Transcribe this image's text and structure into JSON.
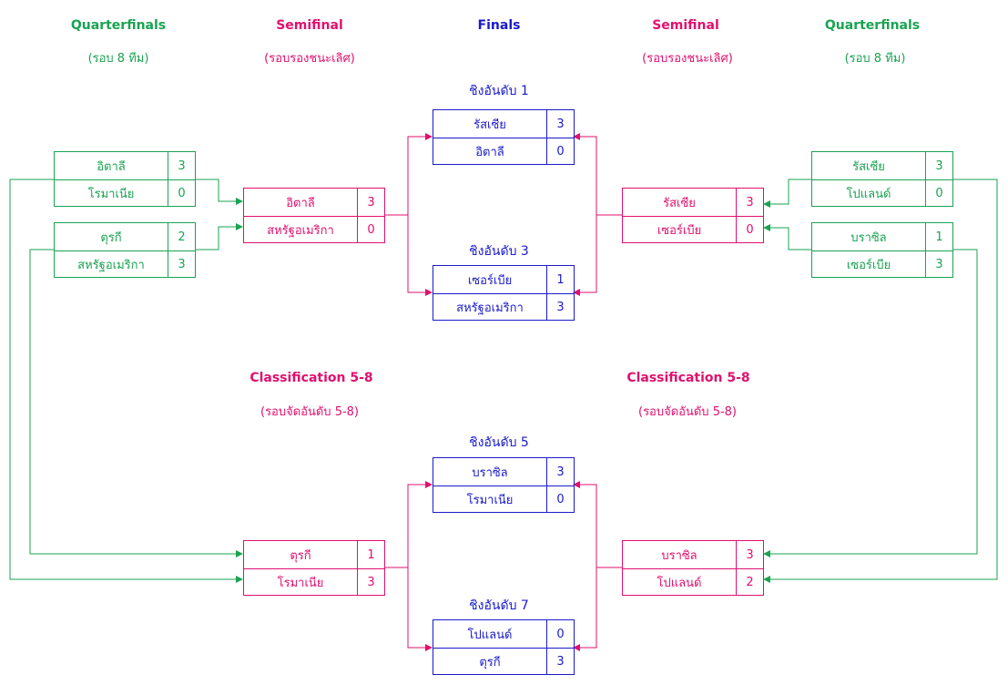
{
  "colors": {
    "green": "#1aa352",
    "pink": "#e0106e",
    "blue": "#1a1acc"
  },
  "headers": {
    "qf_left": "Quarterfinals",
    "qf_left_sub": "(รอบ 8 ทีม)",
    "sf_left": "Semifinal",
    "sf_left_sub": "(รอบรองชนะเลิศ)",
    "finals": "Finals",
    "sf_right": "Semifinal",
    "sf_right_sub": "(รอบรองชนะเลิศ)",
    "qf_right": "Quarterfinals",
    "qf_right_sub": "(รอบ 8 ทีม)",
    "cls_left": "Classification 5-8",
    "cls_left_sub": "(รอบจัดอันดับ 5-8)",
    "cls_right": "Classification 5-8",
    "cls_right_sub": "(รอบจัดอันดับ 5-8)"
  },
  "placement_labels": {
    "p1": "ชิงอันดับ 1",
    "p3": "ชิงอันดับ 3",
    "p5": "ชิงอันดับ 5",
    "p7": "ชิงอันดับ 7"
  },
  "matches": {
    "qf_l1": {
      "team1": "อิตาลี",
      "score1": "3",
      "team2": "โรมาเนีย",
      "score2": "0"
    },
    "qf_l2": {
      "team1": "ตุรกี",
      "score1": "2",
      "team2": "สหรัฐอเมริกา",
      "score2": "3"
    },
    "qf_r1": {
      "team1": "รัสเซีย",
      "score1": "3",
      "team2": "โปแลนด์",
      "score2": "0"
    },
    "qf_r2": {
      "team1": "บราซิล",
      "score1": "1",
      "team2": "เซอร์เบีย",
      "score2": "3"
    },
    "sf_l": {
      "team1": "อิตาลี",
      "score1": "3",
      "team2": "สหรัฐอเมริกา",
      "score2": "0"
    },
    "sf_r": {
      "team1": "รัสเซีย",
      "score1": "3",
      "team2": "เซอร์เบีย",
      "score2": "0"
    },
    "final": {
      "team1": "รัสเซีย",
      "score1": "3",
      "team2": "อิตาลี",
      "score2": "0"
    },
    "third": {
      "team1": "เซอร์เบีย",
      "score1": "1",
      "team2": "สหรัฐอเมริกา",
      "score2": "3"
    },
    "cls_l": {
      "team1": "ตุรกี",
      "score1": "1",
      "team2": "โรมาเนีย",
      "score2": "3"
    },
    "cls_r": {
      "team1": "บราซิล",
      "score1": "3",
      "team2": "โปแลนด์",
      "score2": "2"
    },
    "fifth": {
      "team1": "บราซิล",
      "score1": "3",
      "team2": "โรมาเนีย",
      "score2": "0"
    },
    "seventh": {
      "team1": "โปแลนด์",
      "score1": "0",
      "team2": "ตุรกี",
      "score2": "3"
    }
  }
}
